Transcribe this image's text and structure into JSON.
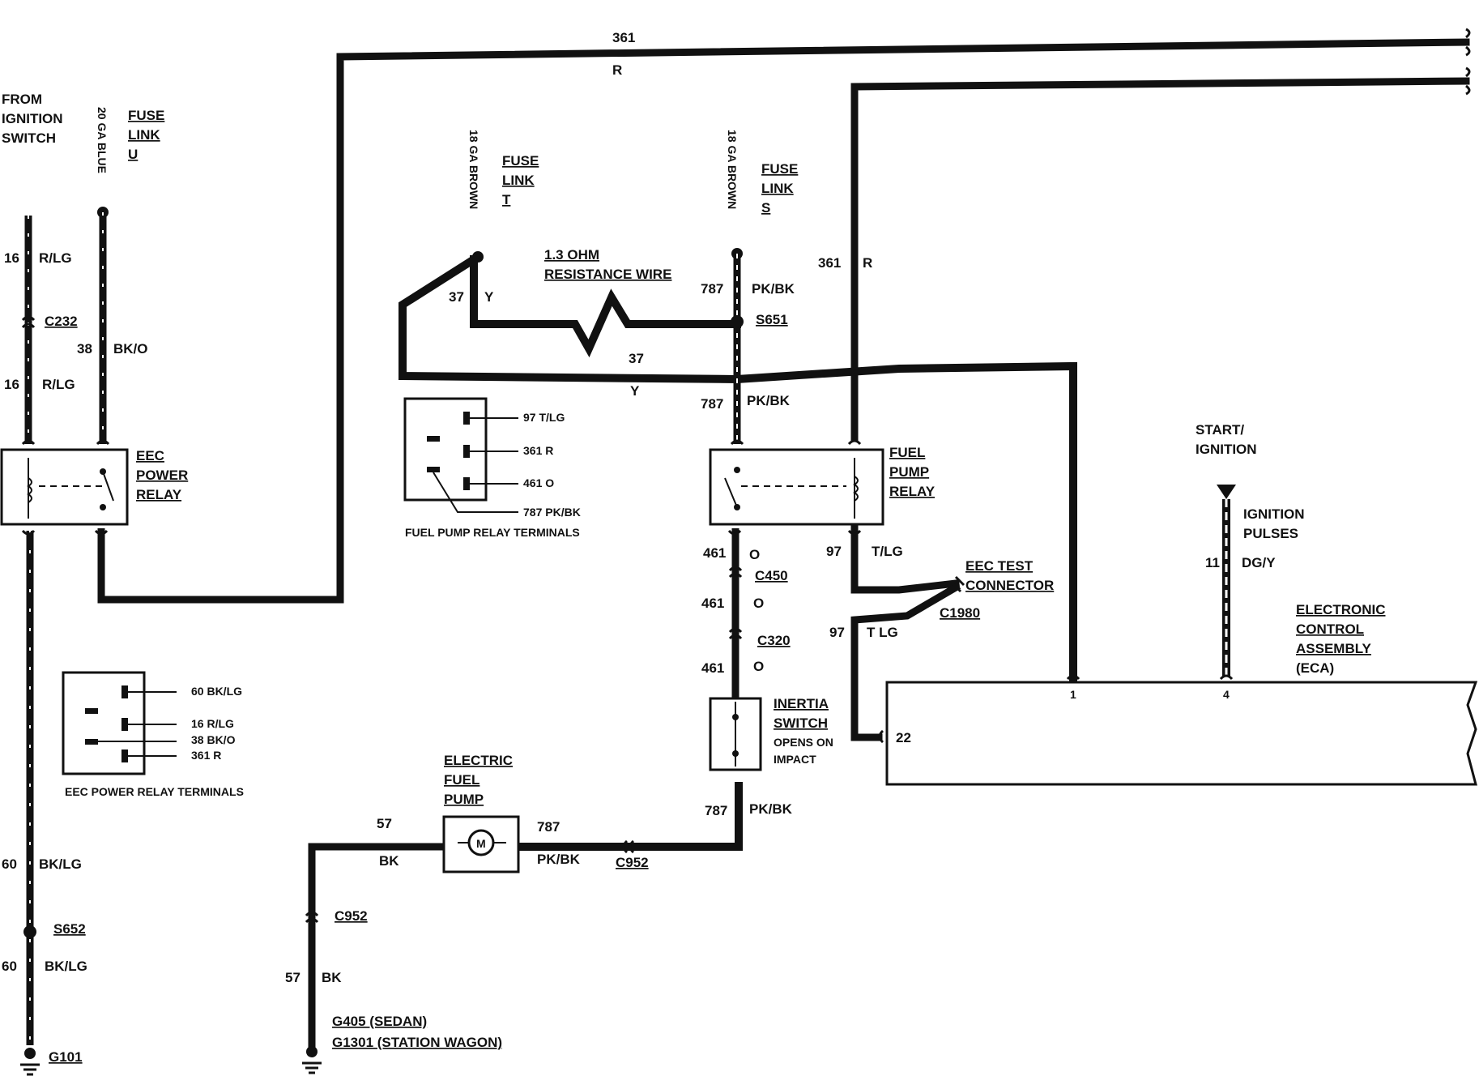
{
  "labels": {
    "from_ignition_1": "FROM",
    "from_ignition_2": "IGNITION",
    "from_ignition_3": "SWITCH",
    "ga_blue": "20 GA BLUE",
    "fuse_u_1": "FUSE",
    "fuse_u_2": "LINK",
    "fuse_u_3": "U",
    "ga_brown_t": "18 GA BROWN",
    "fuse_t_1": "FUSE",
    "fuse_t_2": "LINK",
    "fuse_t_3": "T",
    "ga_brown_s": "18 GA BROWN",
    "fuse_s_1": "FUSE",
    "fuse_s_2": "LINK",
    "fuse_s_3": "S",
    "w361_top": "361",
    "r_top": "R",
    "w16_a": "16",
    "rlg_a": "R/LG",
    "c232": "C232",
    "w38": "38",
    "bko": "BK/O",
    "w16_b": "16",
    "rlg_b": "R/LG",
    "eec_relay_1": "EEC",
    "eec_relay_2": "POWER",
    "eec_relay_3": "RELAY",
    "resist_1": "1.3 OHM",
    "resist_2": "RESISTANCE WIRE",
    "w37_a": "37",
    "y_a": "Y",
    "w37_b": "37",
    "y_b": "Y",
    "w787_a": "787",
    "pkbk_a": "PK/BK",
    "s651": "S651",
    "w787_b": "787",
    "pkbk_b": "PK/BK",
    "w361_mid": "361",
    "r_mid": "R",
    "fp_relay_1": "FUEL",
    "fp_relay_2": "PUMP",
    "fp_relay_3": "RELAY",
    "fprt_97": "97 T/LG",
    "fprt_361": "361 R",
    "fprt_461": "461 O",
    "fprt_787": "787 PK/BK",
    "fprt_title": "FUEL PUMP RELAY TERMINALS",
    "w461_a": "461",
    "o_a": "O",
    "c450": "C450",
    "w461_b": "461",
    "o_b": "O",
    "c320": "C320",
    "w461_c": "461",
    "o_c": "O",
    "w97_a": "97",
    "tlg_a": "T/LG",
    "eec_test_1": "EEC TEST",
    "eec_test_2": "CONNECTOR",
    "c1980": "C1980",
    "w97_b": "97",
    "tlg_b": "T LG",
    "start_1": "START/",
    "start_2": "IGNITION",
    "ign_1": "IGNITION",
    "ign_2": "PULSES",
    "w11": "11",
    "dgy": "DG/Y",
    "eca_1": "ELECTRONIC",
    "eca_2": "CONTROL",
    "eca_3": "ASSEMBLY",
    "eca_4": "(ECA)",
    "pin1": "1",
    "pin4": "4",
    "pin22": "22",
    "inertia_1": "INERTIA",
    "inertia_2": "SWITCH",
    "inertia_3": "OPENS ON",
    "inertia_4": "IMPACT",
    "eprt_60": "60 BK/LG",
    "eprt_16": "16 R/LG",
    "eprt_38": "38 BK/O",
    "eprt_361": "361 R",
    "eprt_title": "EEC POWER RELAY TERMINALS",
    "efp_1": "ELECTRIC",
    "efp_2": "FUEL",
    "efp_3": "PUMP",
    "w57_a": "57",
    "bk_a": "BK",
    "w787_c": "787",
    "pkbk_c": "PK/BK",
    "c952_a": "C952",
    "w787_d": "787",
    "pkbk_d": "PK/BK",
    "c952_b": "C952",
    "w57_b": "57",
    "bk_b": "BK",
    "g405": "G405 (SEDAN)",
    "g1301": "G1301 (STATION WAGON)",
    "w60_a": "60",
    "bklg_a": "BK/LG",
    "s652": "S652",
    "w60_b": "60",
    "bklg_b": "BK/LG",
    "g101": "G101"
  }
}
